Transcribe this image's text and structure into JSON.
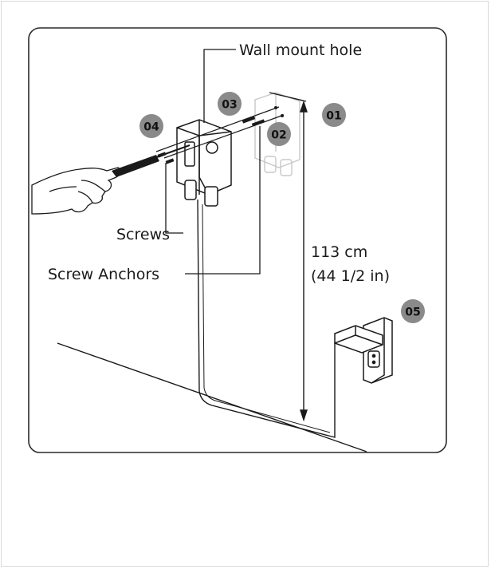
{
  "labels": {
    "wall_mount_hole": "Wall mount hole",
    "screws": "Screws",
    "screw_anchors": "Screw Anchors",
    "height_cm": "113 cm",
    "height_in": "(44 1/2 in)"
  },
  "steps": {
    "s01": "01",
    "s02": "02",
    "s03": "03",
    "s04": "04",
    "s05": "05"
  },
  "colors": {
    "badge": "#8a8a8a",
    "line": "#1a1a1a",
    "ghost": "#c8c8c8"
  }
}
